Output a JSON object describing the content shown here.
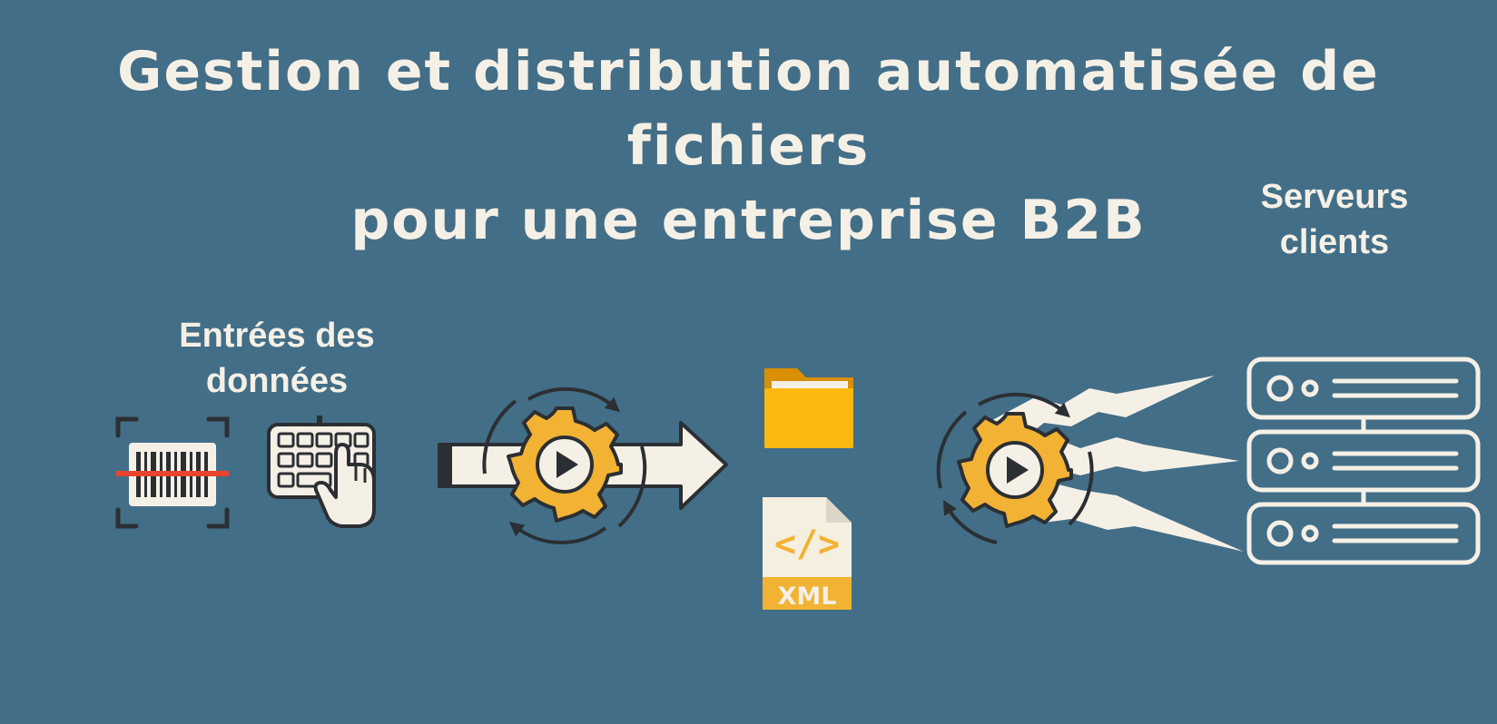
{
  "title": {
    "line1": "Gestion et distribution automatisée de fichiers",
    "line2": "pour une entreprise B2B"
  },
  "labels": {
    "inputs": {
      "line1": "Entrées des",
      "line2": "données"
    },
    "servers": {
      "line1": "Serveurs",
      "line2": "clients"
    }
  },
  "file_icon": {
    "xml_label": "XML",
    "code_label": "</>"
  },
  "icons": [
    "barcode-scan-icon",
    "keyboard-touch-icon",
    "arrow-icon",
    "gear-play-icon",
    "folder-icon",
    "xml-file-icon",
    "speed-streak-icon",
    "server-rack-icon"
  ],
  "colors": {
    "background": "#436e87",
    "text": "#f5f0e6",
    "accent_gear": "#f2b233",
    "folder": "#fbb811",
    "scan_line": "#e8442e",
    "dark_stroke": "#2b2f33"
  }
}
